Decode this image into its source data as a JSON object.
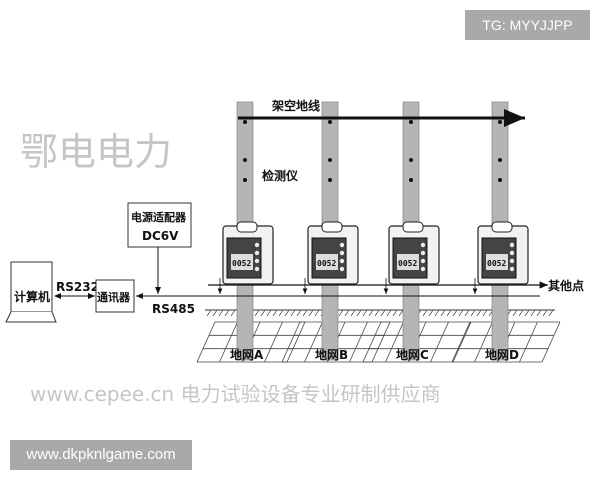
{
  "labels": {
    "computer": "计算机",
    "rs232": "RS232",
    "communicator": "通讯器",
    "adapter_line1": "电源适配器",
    "adapter_line2": "DC6V",
    "rs485": "RS485",
    "overhead_wire": "架空地线",
    "detector": "检测仪",
    "other_points": "其他点",
    "grids": [
      "地网A",
      "地网B",
      "地网C",
      "地网D"
    ],
    "meter_reading": "0052"
  },
  "watermarks": {
    "brand": "鄂电电力",
    "site": "www.cepee.cn  电力试验设备专业研制供应商"
  },
  "badges": {
    "top_right": "TG: MYYJJPP",
    "bottom_left": "www.dkpknlgame.com"
  },
  "colors": {
    "pole": "#b5b5b5",
    "line": "#111111",
    "badge": "#a9a9a9"
  }
}
